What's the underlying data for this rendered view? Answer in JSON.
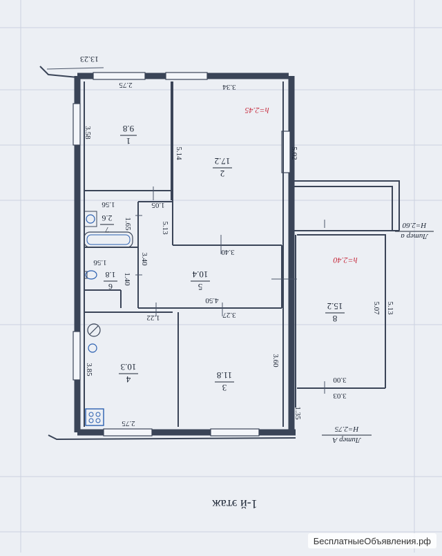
{
  "floor_label": "1-й этаж",
  "total_width": "13.23",
  "rooms": [
    {
      "num": "1",
      "area": "9.8"
    },
    {
      "num": "2",
      "area": "17.2"
    },
    {
      "num": "3",
      "area": "11.8"
    },
    {
      "num": "4",
      "area": "10.3"
    },
    {
      "num": "5",
      "area": "10.4"
    },
    {
      "num": "6",
      "area": "1.8"
    },
    {
      "num": "7",
      "area": "2.6"
    },
    {
      "num": "8",
      "area": "15.2"
    }
  ],
  "dimensions": {
    "d_2_75_top": "2.75",
    "d_3_34": "3.34",
    "d_3_58": "3.58",
    "d_5_14": "5.14",
    "d_5_02": "5.02",
    "d_1_56_a": "1.56",
    "d_1_05": "1.05",
    "d_1_65": "1.65",
    "d_5_13_a": "5.13",
    "d_3_40_a": "3.40",
    "d_3_40_b": "3.40",
    "d_1_56_b": "1.56",
    "d_1_40": "1.40",
    "d_4_50": "4.50",
    "d_1_22": "1.22",
    "d_3_27": "3.27",
    "d_3_85": "3.85",
    "d_3_60": "3.60",
    "d_5_07": "5.07",
    "d_5_13_b": "5.13",
    "d_3_00": "3.00",
    "d_3_03": "3.03",
    "d_1_35": "1.35",
    "d_2_75_bottom": "2.75"
  },
  "heights": {
    "h_2_45": "h=2.45",
    "h_2_40": "h=2.40"
  },
  "liter_a_small": {
    "name": "Литер а",
    "height": "H=2.60"
  },
  "liter_A": {
    "name": "Литер А",
    "height": "H=2.75"
  },
  "watermark": "БесплатныеОбъявления.рф",
  "icons": [
    "washbasin-icon",
    "bathtub-icon",
    "toilet-icon",
    "stove-icon",
    "no-entry-icon"
  ],
  "colors": {
    "ink": "#1b2433",
    "red_note": "#c6283a",
    "paper": "#eceff4"
  }
}
